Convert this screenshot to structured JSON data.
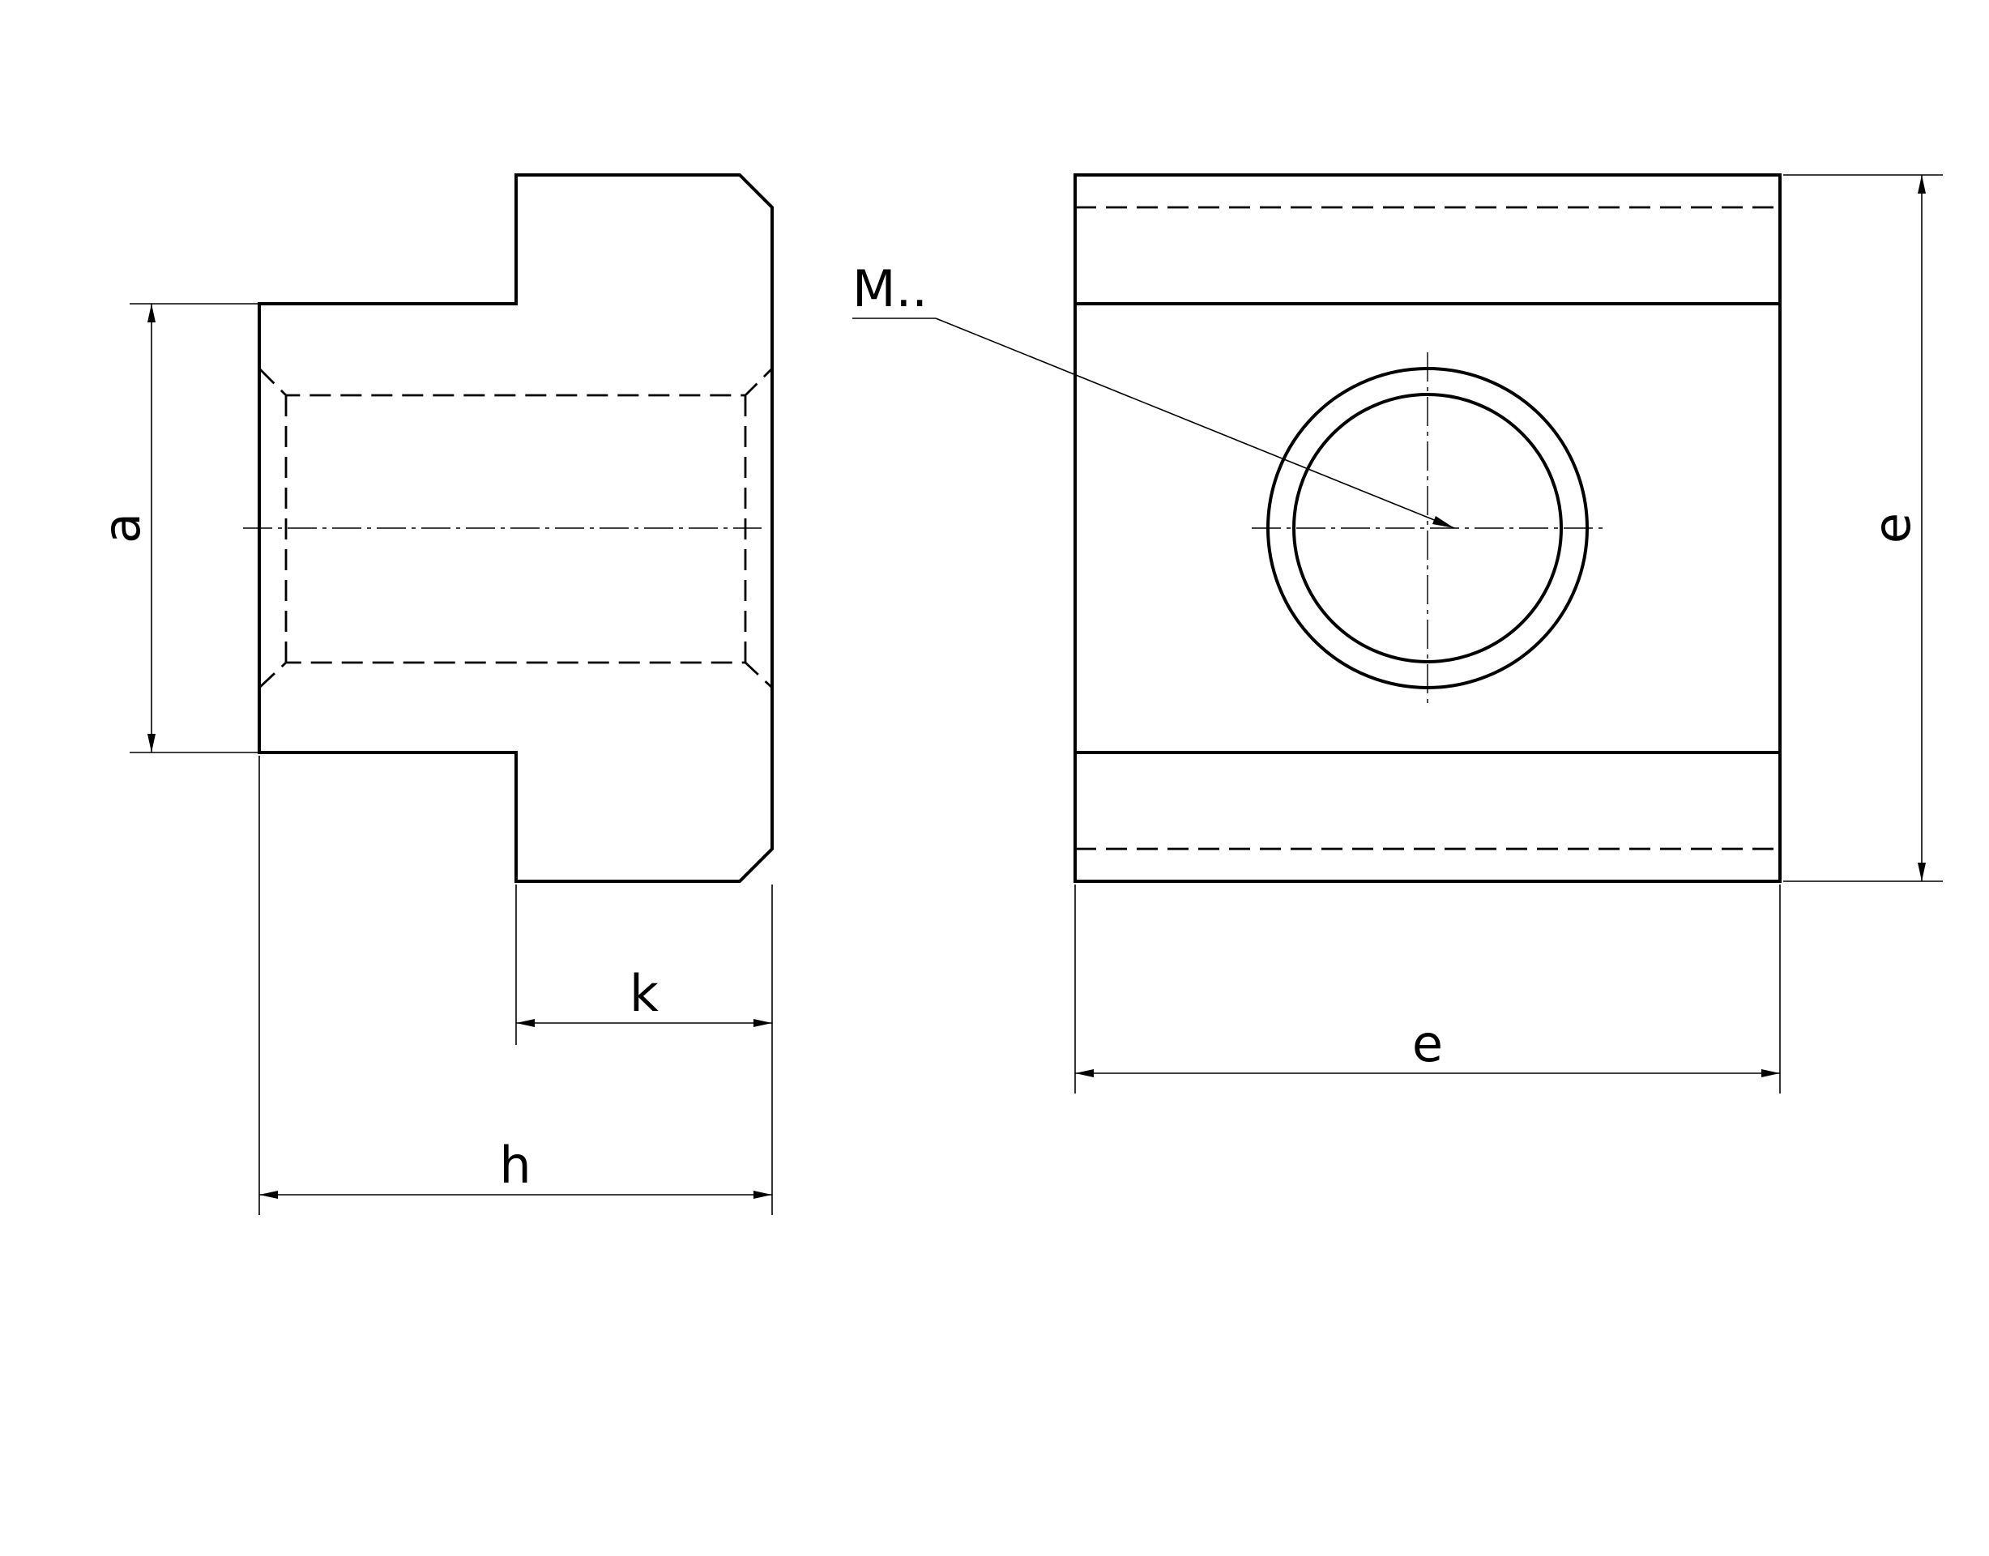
{
  "labels": {
    "dim_a": "a",
    "dim_k": "k",
    "dim_h": "h",
    "dim_e_horizontal": "e",
    "dim_e_vertical": "e",
    "thread": "M.."
  },
  "colors": {
    "line": "#000000",
    "background": "#ffffff"
  }
}
